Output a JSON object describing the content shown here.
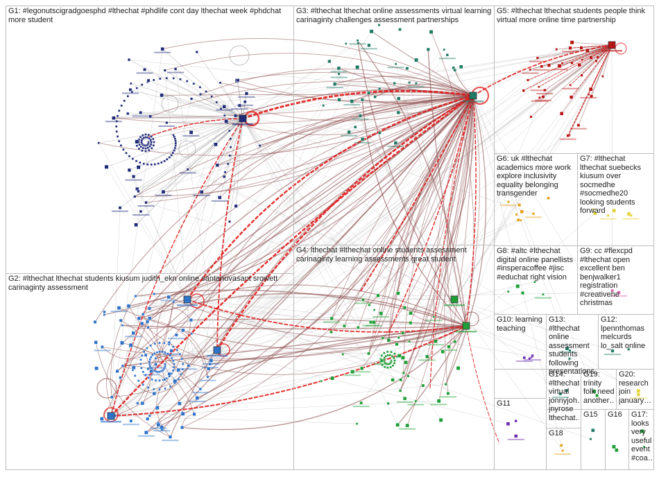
{
  "graph": {
    "groups": [
      {
        "id": "G1",
        "label": "G1: #legonutscigradgoesphd #lthechat #phdlife cont day lthechat week #phdchat more student"
      },
      {
        "id": "G2",
        "label": "G2: #lthechat lthechat students kiusum judith_ekn online santanuvasant srowett carinaginty assessment"
      },
      {
        "id": "G3",
        "label": "G3: #lthechat lthechat online assessments virtual learning carinaginty challenges assessment partnerships"
      },
      {
        "id": "G4",
        "label": "G4: lthechat #lthechat online students assessment carinaginty learning assessments great student"
      },
      {
        "id": "G5",
        "label": "G5: #lthechat lthechat students people think virtual more online time partnership"
      },
      {
        "id": "G6",
        "label": "G6: uk #lthechat academics more work explore inclusivity equality belonging transgender"
      },
      {
        "id": "G7",
        "label": "G7: #lthechat lthechat suebecks kiusum over socmedhe #socmedhe20 looking students forward"
      },
      {
        "id": "G8",
        "label": "G8: #altc #lthechat digital online panellists #insperacoffee #jisc #educhat right vision"
      },
      {
        "id": "G9",
        "label": "G9: cc #flexcpd #lthechat open excellent ben benjwalker1 registration #creativehe christmas"
      },
      {
        "id": "G10",
        "label": "G10: learning teaching"
      },
      {
        "id": "G13",
        "label": "G13: #lthechat online assessment students following presentations…"
      },
      {
        "id": "G12",
        "label": "G12: lpennthomas melcurds lo_salt online"
      },
      {
        "id": "G14",
        "label": "G14: #lthechat virtual jonnyjoh… jnyrose lthechat…"
      },
      {
        "id": "G19",
        "label": "G19: trinity folk need another…"
      },
      {
        "id": "G20",
        "label": "G20: research join january…"
      },
      {
        "id": "G11",
        "label": "G11"
      },
      {
        "id": "G18",
        "label": "G18"
      },
      {
        "id": "G15",
        "label": "G15"
      },
      {
        "id": "G16",
        "label": "G16"
      },
      {
        "id": "G17",
        "label": "G17: looks very useful event #coa…"
      }
    ]
  },
  "colors": {
    "border": "#bdbdbd",
    "edge_gray": "#9a9a9a",
    "edge_brown": "#8b4a4a",
    "edge_red": "#e21b1b",
    "node_navy": "#1f2a78",
    "node_blue": "#2f73c9",
    "node_green": "#1e9e36",
    "node_teal": "#1f7a64",
    "node_red": "#b81414",
    "node_orange": "#e6a019",
    "node_yellow": "#e6d23a",
    "node_pink": "#e05bb0",
    "node_purple": "#6a2fb0"
  }
}
